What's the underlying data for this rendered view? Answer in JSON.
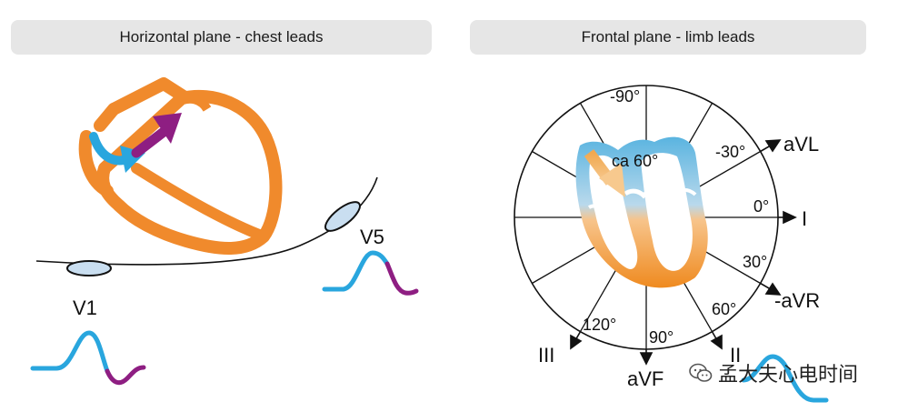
{
  "headers": {
    "left": "Horizontal plane - chest leads",
    "right": "Frontal plane - limb leads"
  },
  "left_panel": {
    "lead_v1": "V1",
    "lead_v5": "V5"
  },
  "right_panel": {
    "angles": {
      "minus90": "-90°",
      "minus30": "-30°",
      "zero": "0°",
      "plus30": "30°",
      "plus60": "60°",
      "plus90": "90°",
      "plus120": "120°",
      "ca60": "ca 60°"
    },
    "leads": {
      "avl": "aVL",
      "i": "I",
      "avr": "-aVR",
      "ii": "II",
      "avf": "aVF",
      "iii": "III"
    }
  },
  "watermark": "孟大夫心电时间",
  "colors": {
    "orange": "#f08a2c",
    "blue": "#29a6de",
    "purple": "#8e1e82",
    "header_bg": "#e6e6e6"
  }
}
